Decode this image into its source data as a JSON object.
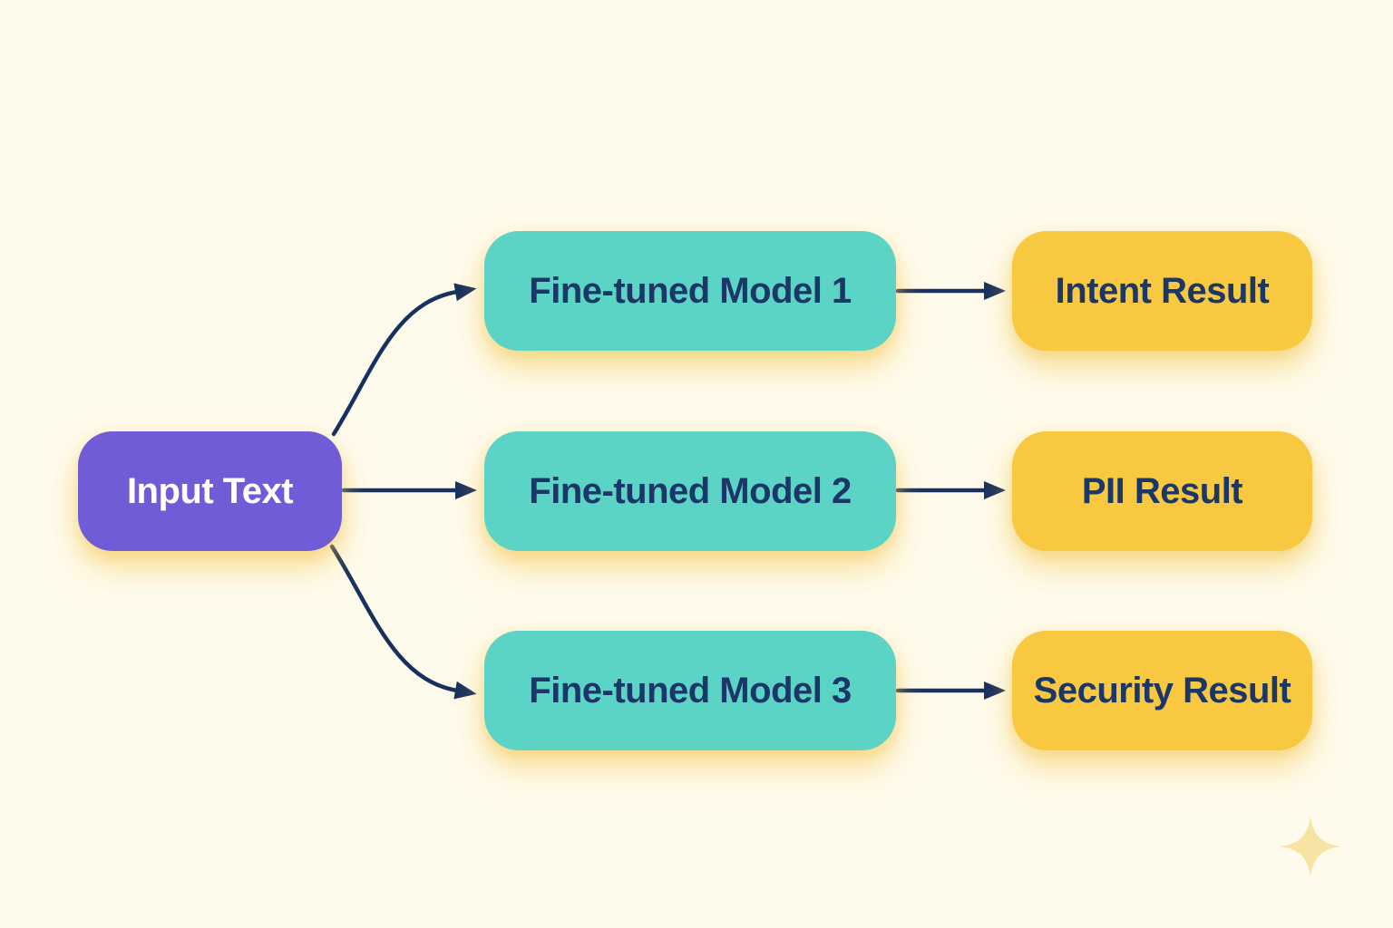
{
  "diagram": {
    "title": "",
    "input": {
      "label": "Input Text"
    },
    "rows": [
      {
        "model": "Fine-tuned Model 1",
        "result": "Intent Result"
      },
      {
        "model": "Fine-tuned Model 2",
        "result": "PII Result"
      },
      {
        "model": "Fine-tuned Model 3",
        "result": "Security Result"
      }
    ],
    "icons": [
      {
        "name": "sparkle-icon",
        "glyph": "✦"
      }
    ]
  },
  "colors": {
    "background": "#FFFBEC",
    "input_box": "#6F5CD6",
    "model_box": "#5BD3C5",
    "result_box": "#F8C840",
    "arrow": "#17315E",
    "input_text_color": "#FFFFFF",
    "box_text_color": "#1B3767",
    "sparkle": "#F7E4A4"
  }
}
